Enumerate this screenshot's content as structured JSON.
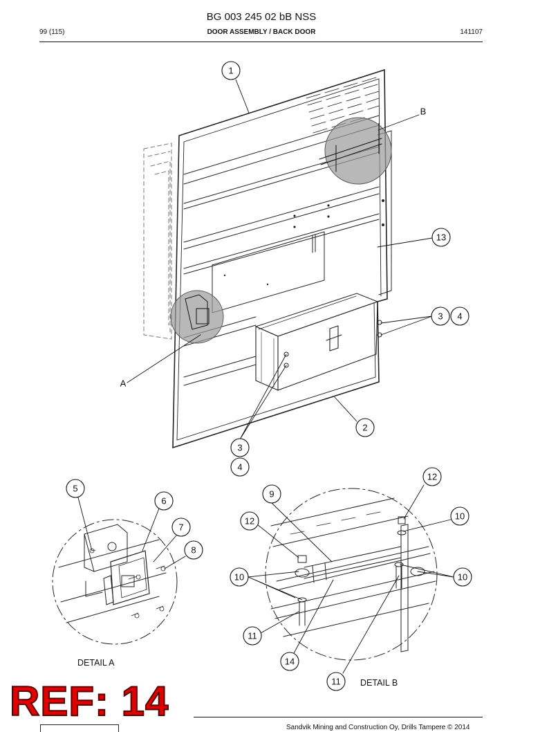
{
  "header": {
    "title": "BG 003 245 02 bB NSS",
    "page": "99 (115)",
    "section": "DOOR ASSEMBLY / BACK DOOR",
    "date_code": "141107"
  },
  "main_view": {
    "callouts": [
      "1",
      "B",
      "13",
      "3",
      "4",
      "A",
      "2",
      "3",
      "4"
    ]
  },
  "detail_a": {
    "label": "DETAIL A",
    "callouts": [
      "5",
      "6",
      "7",
      "8"
    ]
  },
  "detail_b": {
    "label": "DETAIL B",
    "callouts": [
      "12",
      "9",
      "12",
      "10",
      "10",
      "10",
      "11",
      "14",
      "11"
    ]
  },
  "stamp": {
    "text": "REF: 14",
    "color": "#e10000"
  },
  "footer": {
    "copyright": "Sandvik Mining and Construction Oy, Drills Tampere © 2014"
  }
}
